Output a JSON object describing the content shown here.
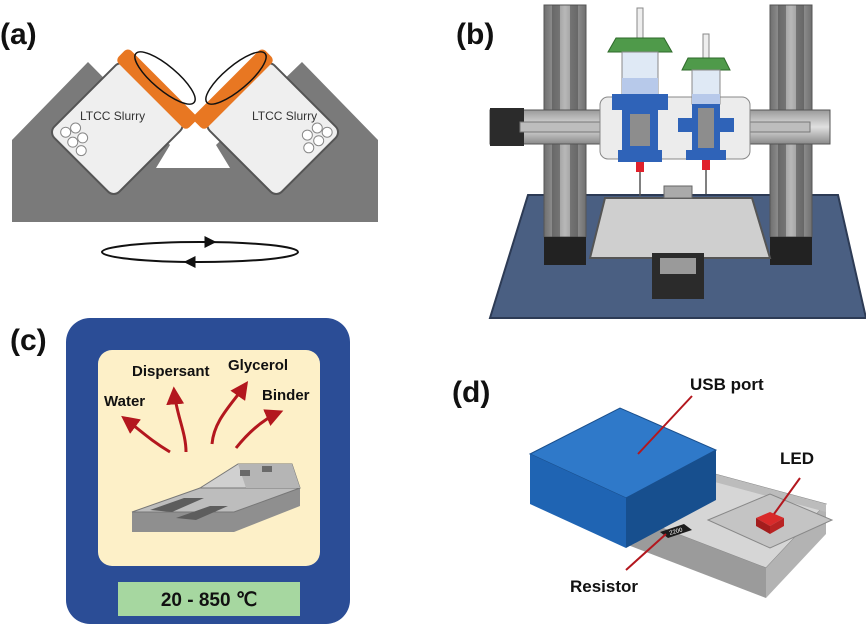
{
  "panels": {
    "a": {
      "label": "(a)",
      "slurry_left": "LTCC Slurry",
      "slurry_right": "LTCC Slurry"
    },
    "b": {
      "label": "(b)"
    },
    "c": {
      "label": "(c)",
      "vapors": [
        "Water",
        "Dispersant",
        "Glycerol",
        "Binder"
      ],
      "temperature": "20 - 850 ℃"
    },
    "d": {
      "label": "(d)",
      "callouts": [
        "USB port",
        "LED",
        "Resistor"
      ],
      "resistor_marking": "2200"
    }
  },
  "colors": {
    "mill_body": "#7a7a7a",
    "jar_cap": "#e87722",
    "printer_base": "#4a5f82",
    "printer_column": "#8a8a8a",
    "syringe_holder": "#2f63b8",
    "nozzle_tip": "#e0212b",
    "frame_blue": "#2b4d96",
    "panel_cream": "#fdf0c8",
    "temp_green": "#a6d7a0",
    "arrow_red": "#b3171e",
    "usb_blue": "#1f64b3",
    "board_gray": "#c9c9c9",
    "led_red": "#d92a2a"
  }
}
